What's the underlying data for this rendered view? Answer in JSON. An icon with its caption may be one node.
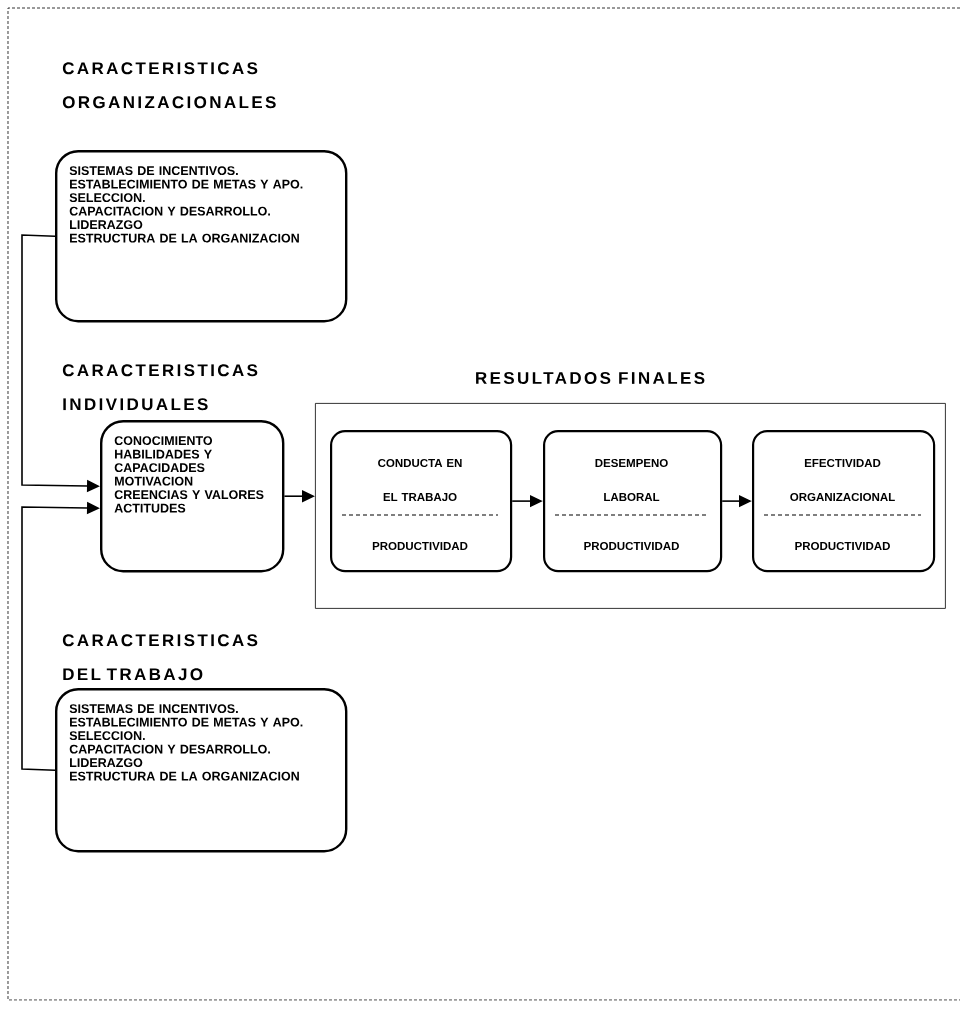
{
  "diagram": {
    "nodes": [
      {
        "text": [
          "CARACTERISTICAS ORGANIZACIONALES",
          "SISTEMAS DE INCENTIVOS.",
          "ESTABLECIMIENTO DE METAS Y APO.",
          "SELECCION.",
          "CAPACITACION Y DESARROLLO.",
          "LIDERAZGO",
          "ESTRUCTURA DE LA ORGANIZACION"
        ]
      },
      {
        "text": [
          "CARACTERISTICAS INDIVIDUALES",
          "CONOCIMIENTO HABILIDADES Y CAPACIDADES",
          "MOTIVACION",
          "CREENCIAS Y VALORES",
          "ACTITUDES"
        ]
      },
      {
        "text": [
          "RESULTADOS FINALES"
        ]
      },
      {
        "text": [
          "CONDUCTA EN EL TRABAJO",
          "PRODUCTIVIDAD"
        ],
        "in": 2
      },
      {
        "text": [
          "DESEMPENO LABORAL",
          "PRODUCTIVIDAD"
        ],
        "in": 2
      },
      {
        "text": [
          "EFECTIVIDAD ORGANIZACIONAL",
          "PRODUCTIVIDAD"
        ],
        "in": 2
      },
      {
        "text": [
          "CARACTERISTICAS DEL TRABAJO",
          "SISTEMAS DE INCENTIVOS.",
          "ESTABLECIMIENTO DE METAS Y APO.",
          "SELECCION.",
          "CAPACITACION Y DESARROLLO.",
          "LIDERAZGO",
          "ESTRUCTURA DE LA ORGANIZACION"
        ]
      }
    ],
    "edges": [
      {
        "from": 0,
        "to": 1,
        "arrow": "to"
      },
      {
        "from": 6,
        "to": 1,
        "arrow": "to"
      },
      {
        "from": 1,
        "to": 2,
        "arrow": "to"
      },
      {
        "from": 3,
        "to": 4,
        "arrow": "to"
      },
      {
        "from": 4,
        "to": 5,
        "arrow": "to"
      }
    ]
  }
}
